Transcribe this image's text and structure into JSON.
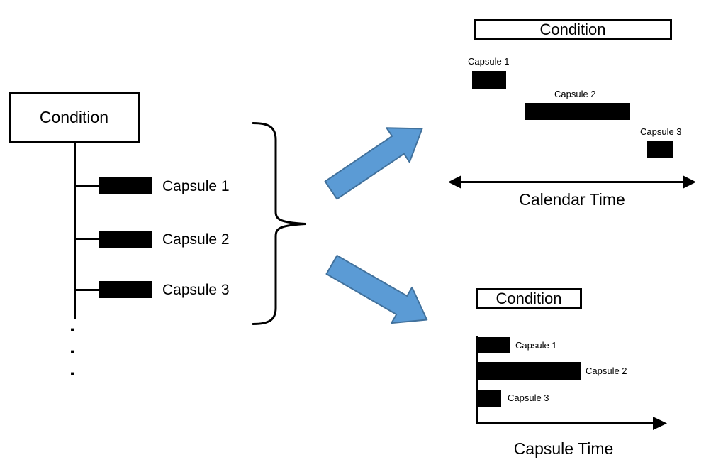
{
  "colors": {
    "ink": "#000000",
    "background": "#ffffff",
    "arrow_fill": "#5B9BD5",
    "arrow_stroke": "#41719C"
  },
  "left_tree": {
    "condition_label": "Condition",
    "capsules": [
      {
        "label": "Capsule 1"
      },
      {
        "label": "Capsule 2"
      },
      {
        "label": "Capsule 3"
      }
    ],
    "ellipsis_dots": [
      ".",
      ".",
      "."
    ]
  },
  "calendar_view": {
    "condition_label": "Condition",
    "capsules": [
      {
        "label": "Capsule 1"
      },
      {
        "label": "Capsule 2"
      },
      {
        "label": "Capsule 3"
      }
    ],
    "axis_label": "Calendar Time"
  },
  "capsule_view": {
    "condition_label": "Condition",
    "capsules": [
      {
        "label": "Capsule 1"
      },
      {
        "label": "Capsule 2"
      },
      {
        "label": "Capsule 3"
      }
    ],
    "axis_label": "Capsule Time"
  }
}
